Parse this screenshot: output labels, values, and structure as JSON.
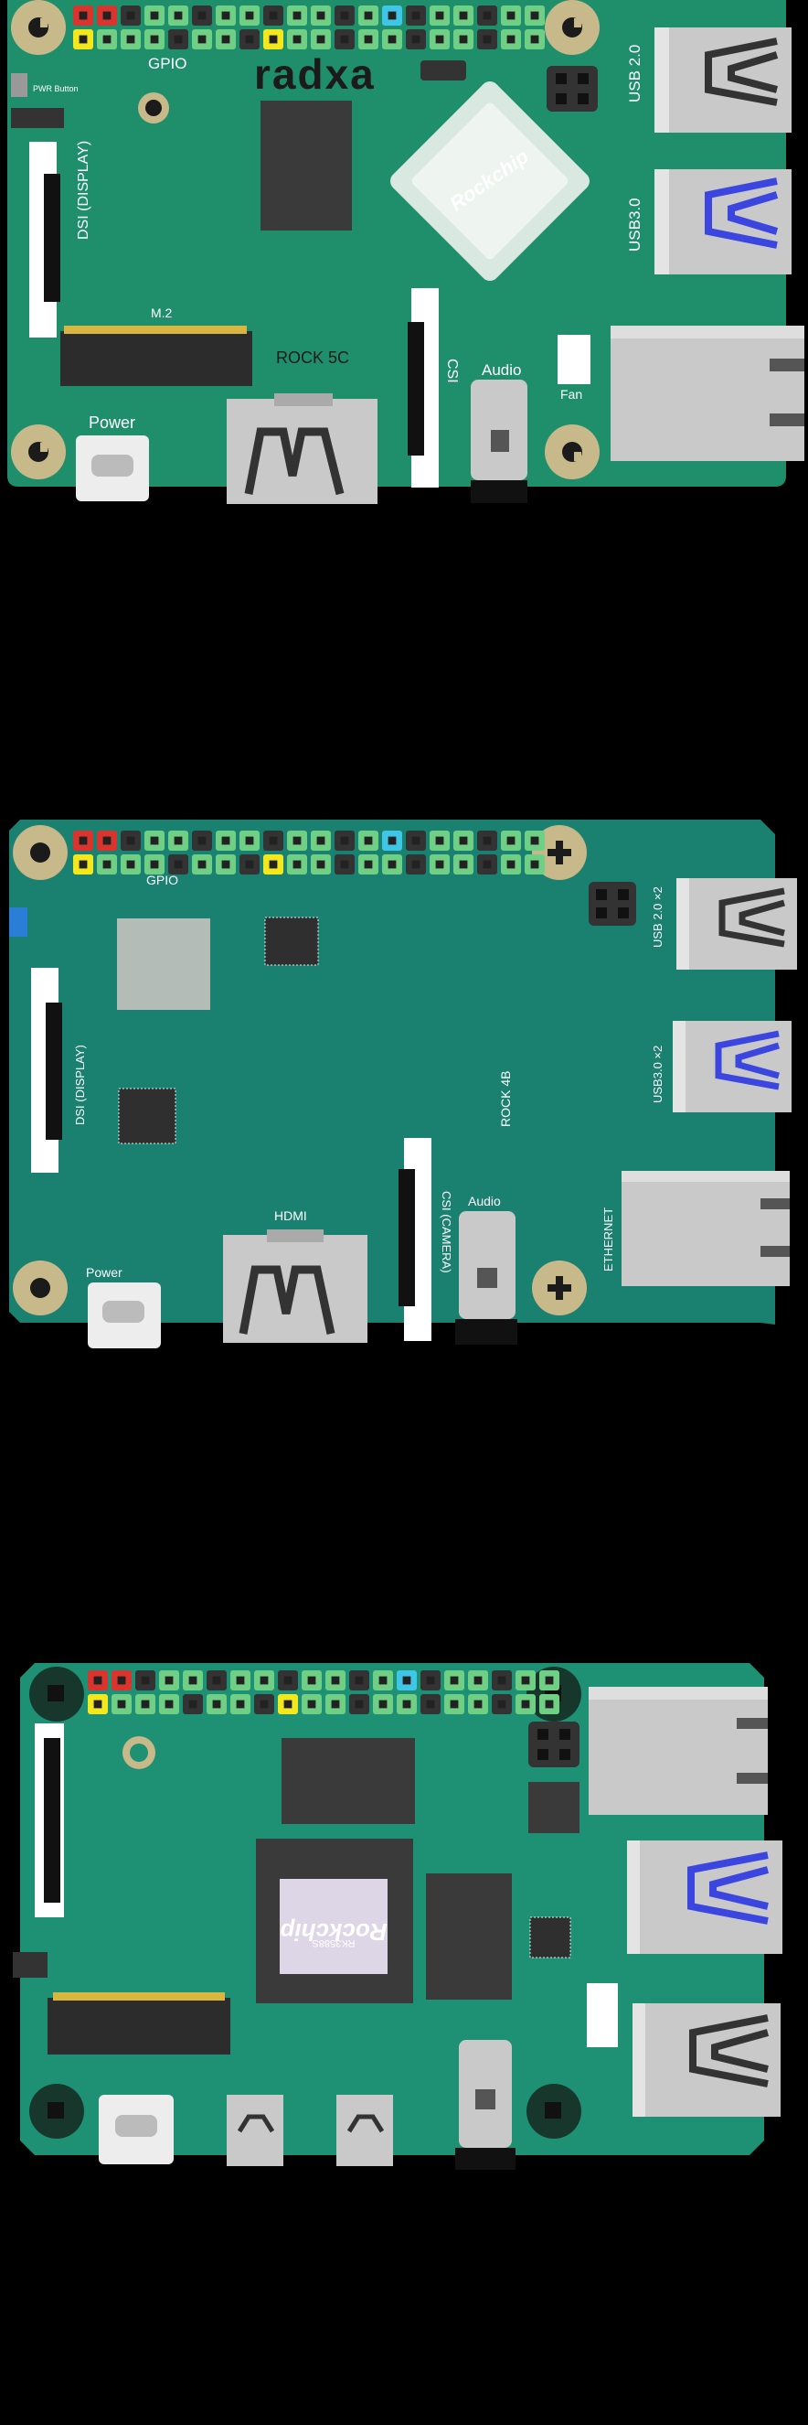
{
  "colors": {
    "background": "#000000",
    "board1_pcb": "#1f8f6b",
    "board2_pcb": "#1a8070",
    "board3_pcb": "#1e9174",
    "header_green": "#6fcf84",
    "header_red": "#d9352e",
    "header_yellow": "#f2e81c",
    "header_blue": "#3fc6e6",
    "header_black": "#333333",
    "usb3_blue": "#3b46e0",
    "hole_tan": "#c8b98a"
  },
  "gpio_pins": {
    "top_row": [
      "red",
      "red",
      "black",
      "green",
      "green",
      "black",
      "green",
      "green",
      "black",
      "green",
      "green",
      "black",
      "green",
      "blue",
      "black",
      "green",
      "green",
      "black",
      "green",
      "green"
    ],
    "bottom_row": [
      "yellow",
      "green",
      "green",
      "green",
      "black",
      "green",
      "green",
      "black",
      "yellow",
      "green",
      "green",
      "black",
      "green",
      "green",
      "black",
      "green",
      "green",
      "black",
      "green",
      "green"
    ]
  },
  "board1": {
    "brand_logo": "radxa",
    "gpio_label": "GPIO",
    "pwr_button_label": "PWR Button",
    "dsi_label": "DSI (DISPLAY)",
    "m2_label": "M.2",
    "board_name_label": "ROCK 5C",
    "csi_label": "CSI",
    "audio_label": "Audio",
    "usb2_label": "USB 2.0",
    "usb3_label": "USB3.0",
    "power_label": "Power",
    "fan_label": "Fan",
    "soc_brand": "Rockchip",
    "icons": [
      "mounting-hole-icon",
      "usb-a-port-icon",
      "ethernet-port-icon",
      "hdmi-port-icon",
      "usb-c-port-icon",
      "audio-jack-icon"
    ]
  },
  "board2": {
    "gpio_label": "GPIO",
    "dsi_label": "DSI (DISPLAY)",
    "board_name_label": "ROCK 4B",
    "usb2_label": "USB 2.0 ×2",
    "usb3_label": "USB3.0 ×2",
    "ethernet_label": "ETHERNET",
    "hdmi_label": "HDMI",
    "csi_label": "CSI (CAMERA)",
    "audio_label": "Audio",
    "power_label": "Power"
  },
  "board3": {
    "soc_brand": "Rockchip",
    "soc_model": "RK3588S"
  }
}
